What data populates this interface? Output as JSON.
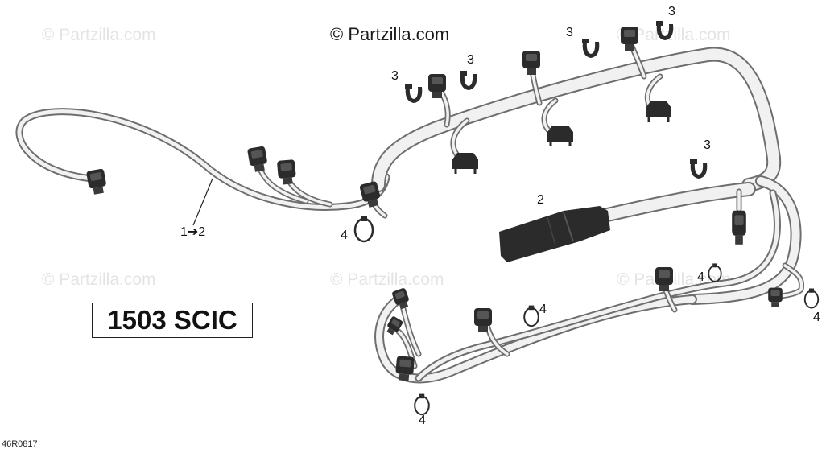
{
  "watermarks": {
    "main": "© Partzilla.com",
    "faint": "© Partzilla.com"
  },
  "model_label": "1503 SCIC",
  "drawing_number": "46R0817",
  "callouts": {
    "harness": "1➔2",
    "connector": "2",
    "clip": "3",
    "tie": "4"
  },
  "colors": {
    "harness_fill": "#f1f1f1",
    "harness_stroke": "#6e6e6e",
    "connector": "#2b2b2b",
    "watermark": "#e4e4e4"
  }
}
